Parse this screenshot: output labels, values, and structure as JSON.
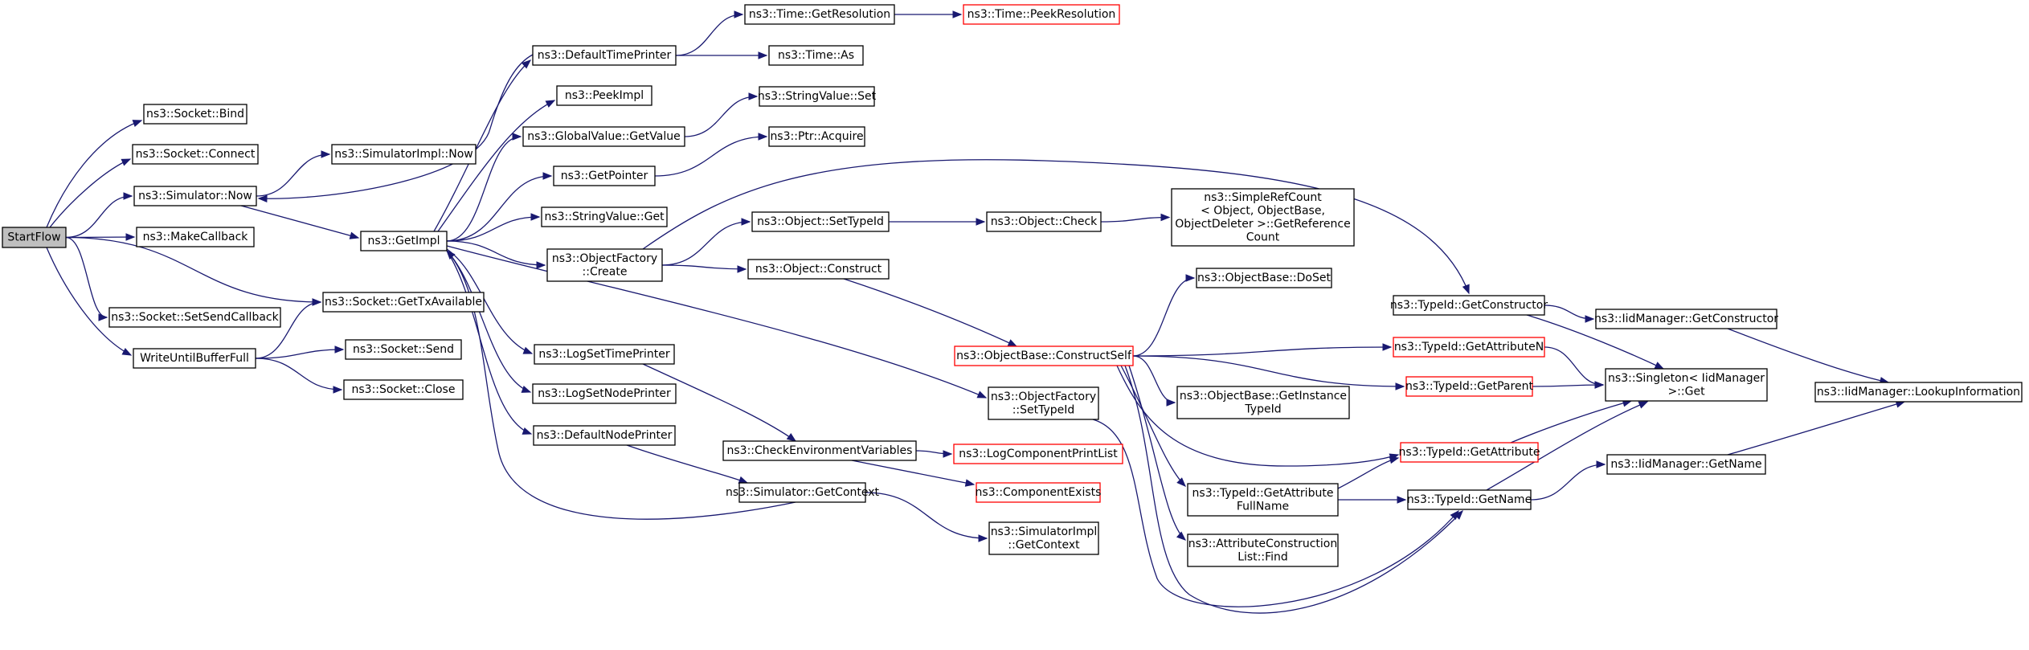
{
  "colors": {
    "edge": "#191970",
    "node_border": "#000000",
    "missing_border": "#ff0000",
    "root_fill": "#bfbfbf",
    "background": "#ffffff"
  },
  "nodes": [
    {
      "id": "startflow",
      "lines": [
        "StartFlow"
      ],
      "kind": "root"
    },
    {
      "id": "socket-bind",
      "lines": [
        "ns3::Socket::Bind"
      ]
    },
    {
      "id": "socket-connect",
      "lines": [
        "ns3::Socket::Connect"
      ]
    },
    {
      "id": "simulator-now",
      "lines": [
        "ns3::Simulator::Now"
      ]
    },
    {
      "id": "makecallback",
      "lines": [
        "ns3::MakeCallback"
      ]
    },
    {
      "id": "setsendcallback",
      "lines": [
        "ns3::Socket::SetSendCallback"
      ]
    },
    {
      "id": "writeuntilbufferfull",
      "lines": [
        "WriteUntilBufferFull"
      ]
    },
    {
      "id": "gettxavailable",
      "lines": [
        "ns3::Socket::GetTxAvailable"
      ]
    },
    {
      "id": "socket-send",
      "lines": [
        "ns3::Socket::Send"
      ]
    },
    {
      "id": "socket-close",
      "lines": [
        "ns3::Socket::Close"
      ]
    },
    {
      "id": "simulatorimpl-now",
      "lines": [
        "ns3::SimulatorImpl::Now"
      ]
    },
    {
      "id": "getimpl",
      "lines": [
        "ns3::GetImpl"
      ]
    },
    {
      "id": "defaulttimeprinter",
      "lines": [
        "ns3::DefaultTimePrinter"
      ]
    },
    {
      "id": "peekimpl",
      "lines": [
        "ns3::PeekImpl"
      ]
    },
    {
      "id": "globalvalue-getvalue",
      "lines": [
        "ns3::GlobalValue::GetValue"
      ]
    },
    {
      "id": "getpointer",
      "lines": [
        "ns3::GetPointer"
      ]
    },
    {
      "id": "stringvalue-get",
      "lines": [
        "ns3::StringValue::Get"
      ]
    },
    {
      "id": "objectfactory-create",
      "lines": [
        "ns3::ObjectFactory",
        "::Create"
      ]
    },
    {
      "id": "logsettimeprinter",
      "lines": [
        "ns3::LogSetTimePrinter"
      ]
    },
    {
      "id": "logsetnodeprinter",
      "lines": [
        "ns3::LogSetNodePrinter"
      ]
    },
    {
      "id": "defaultnodeprinter",
      "lines": [
        "ns3::DefaultNodePrinter"
      ]
    },
    {
      "id": "time-getresolution",
      "lines": [
        "ns3::Time::GetResolution"
      ]
    },
    {
      "id": "time-peekresolution",
      "lines": [
        "ns3::Time::PeekResolution"
      ],
      "kind": "missing"
    },
    {
      "id": "time-as",
      "lines": [
        "ns3::Time::As"
      ]
    },
    {
      "id": "stringvalue-set",
      "lines": [
        "ns3::StringValue::Set"
      ]
    },
    {
      "id": "ptr-acquire",
      "lines": [
        "ns3::Ptr::Acquire"
      ]
    },
    {
      "id": "object-settypeid",
      "lines": [
        "ns3::Object::SetTypeId"
      ]
    },
    {
      "id": "object-construct",
      "lines": [
        "ns3::Object::Construct"
      ]
    },
    {
      "id": "object-check",
      "lines": [
        "ns3::Object::Check"
      ]
    },
    {
      "id": "simplerefcount",
      "lines": [
        "ns3::SimpleRefCount",
        "< Object, ObjectBase,",
        "ObjectDeleter >::GetReference",
        "Count"
      ]
    },
    {
      "id": "objectbase-doset",
      "lines": [
        "ns3::ObjectBase::DoSet"
      ]
    },
    {
      "id": "objectbase-constructself",
      "lines": [
        "ns3::ObjectBase::ConstructSelf"
      ],
      "kind": "missing"
    },
    {
      "id": "objectfactory-settypeid",
      "lines": [
        "ns3::ObjectFactory",
        "::SetTypeId"
      ]
    },
    {
      "id": "objectbase-getinstancetypeid",
      "lines": [
        "ns3::ObjectBase::GetInstance",
        "TypeId"
      ]
    },
    {
      "id": "checkenvironmentvariables",
      "lines": [
        "ns3::CheckEnvironmentVariables"
      ]
    },
    {
      "id": "logcomponentprintlist",
      "lines": [
        "ns3::LogComponentPrintList"
      ],
      "kind": "missing"
    },
    {
      "id": "componentexists",
      "lines": [
        "ns3::ComponentExists"
      ],
      "kind": "missing"
    },
    {
      "id": "simulator-getcontext",
      "lines": [
        "ns3::Simulator::GetContext"
      ]
    },
    {
      "id": "simulatorimpl-getcontext",
      "lines": [
        "ns3::SimulatorImpl",
        "::GetContext"
      ]
    },
    {
      "id": "typeid-getconstructor",
      "lines": [
        "ns3::TypeId::GetConstructor"
      ]
    },
    {
      "id": "iidmanager-getconstructor",
      "lines": [
        "ns3::IidManager::GetConstructor"
      ]
    },
    {
      "id": "typeid-getattributen",
      "lines": [
        "ns3::TypeId::GetAttributeN"
      ],
      "kind": "missing"
    },
    {
      "id": "typeid-getparent",
      "lines": [
        "ns3::TypeId::GetParent"
      ],
      "kind": "missing"
    },
    {
      "id": "singleton-get",
      "lines": [
        "ns3::Singleton< IidManager",
        ">::Get"
      ]
    },
    {
      "id": "iidmanager-lookupinformation",
      "lines": [
        "ns3::IidManager::LookupInformation"
      ]
    },
    {
      "id": "typeid-getattribute",
      "lines": [
        "ns3::TypeId::GetAttribute"
      ],
      "kind": "missing"
    },
    {
      "id": "typeid-getattributefullname",
      "lines": [
        "ns3::TypeId::GetAttribute",
        "FullName"
      ]
    },
    {
      "id": "typeid-getname",
      "lines": [
        "ns3::TypeId::GetName"
      ]
    },
    {
      "id": "iidmanager-getname",
      "lines": [
        "ns3::IidManager::GetName"
      ]
    },
    {
      "id": "attributeconstructionlist-find",
      "lines": [
        "ns3::AttributeConstruction",
        "List::Find"
      ]
    }
  ],
  "edges": [
    [
      "startflow",
      "socket-bind"
    ],
    [
      "startflow",
      "socket-connect"
    ],
    [
      "startflow",
      "simulator-now"
    ],
    [
      "startflow",
      "makecallback"
    ],
    [
      "startflow",
      "setsendcallback"
    ],
    [
      "startflow",
      "gettxavailable"
    ],
    [
      "startflow",
      "writeuntilbufferfull"
    ],
    [
      "writeuntilbufferfull",
      "gettxavailable"
    ],
    [
      "writeuntilbufferfull",
      "socket-send"
    ],
    [
      "writeuntilbufferfull",
      "socket-close"
    ],
    [
      "simulator-now",
      "simulatorimpl-now"
    ],
    [
      "simulator-now",
      "getimpl"
    ],
    [
      "getimpl",
      "defaulttimeprinter"
    ],
    [
      "getimpl",
      "peekimpl"
    ],
    [
      "getimpl",
      "globalvalue-getvalue"
    ],
    [
      "getimpl",
      "getpointer"
    ],
    [
      "getimpl",
      "stringvalue-get"
    ],
    [
      "getimpl",
      "objectfactory-create"
    ],
    [
      "getimpl",
      "objectfactory-settypeid"
    ],
    [
      "getimpl",
      "logsettimeprinter"
    ],
    [
      "getimpl",
      "logsetnodeprinter"
    ],
    [
      "getimpl",
      "defaultnodeprinter"
    ],
    [
      "defaulttimeprinter",
      "simulator-now"
    ],
    [
      "defaulttimeprinter",
      "time-getresolution"
    ],
    [
      "defaulttimeprinter",
      "time-as"
    ],
    [
      "time-getresolution",
      "time-peekresolution"
    ],
    [
      "globalvalue-getvalue",
      "stringvalue-set"
    ],
    [
      "getpointer",
      "ptr-acquire"
    ],
    [
      "objectfactory-create",
      "object-settypeid"
    ],
    [
      "objectfactory-create",
      "object-construct"
    ],
    [
      "objectfactory-create",
      "typeid-getconstructor"
    ],
    [
      "object-settypeid",
      "object-check"
    ],
    [
      "object-check",
      "simplerefcount"
    ],
    [
      "object-construct",
      "objectbase-constructself"
    ],
    [
      "objectbase-constructself",
      "objectbase-doset"
    ],
    [
      "objectbase-constructself",
      "typeid-getattributen"
    ],
    [
      "objectbase-constructself",
      "typeid-getparent"
    ],
    [
      "objectbase-constructself",
      "objectbase-getinstancetypeid"
    ],
    [
      "objectbase-constructself",
      "typeid-getattribute"
    ],
    [
      "objectbase-constructself",
      "typeid-getattributefullname"
    ],
    [
      "objectbase-constructself",
      "typeid-getname"
    ],
    [
      "objectbase-constructself",
      "attributeconstructionlist-find"
    ],
    [
      "objectfactory-settypeid",
      "typeid-getname"
    ],
    [
      "logsettimeprinter",
      "checkenvironmentvariables"
    ],
    [
      "defaultnodeprinter",
      "simulator-getcontext"
    ],
    [
      "checkenvironmentvariables",
      "logcomponentprintlist"
    ],
    [
      "checkenvironmentvariables",
      "componentexists"
    ],
    [
      "simulator-getcontext",
      "getimpl"
    ],
    [
      "simulator-getcontext",
      "simulatorimpl-getcontext"
    ],
    [
      "typeid-getconstructor",
      "iidmanager-getconstructor"
    ],
    [
      "typeid-getconstructor",
      "singleton-get"
    ],
    [
      "iidmanager-getconstructor",
      "iidmanager-lookupinformation"
    ],
    [
      "typeid-getattributen",
      "singleton-get"
    ],
    [
      "typeid-getparent",
      "singleton-get"
    ],
    [
      "typeid-getattribute",
      "singleton-get"
    ],
    [
      "typeid-getattributefullname",
      "typeid-getattribute"
    ],
    [
      "typeid-getattributefullname",
      "typeid-getname"
    ],
    [
      "typeid-getname",
      "singleton-get"
    ],
    [
      "typeid-getname",
      "iidmanager-getname"
    ],
    [
      "iidmanager-getname",
      "iidmanager-lookupinformation"
    ]
  ]
}
